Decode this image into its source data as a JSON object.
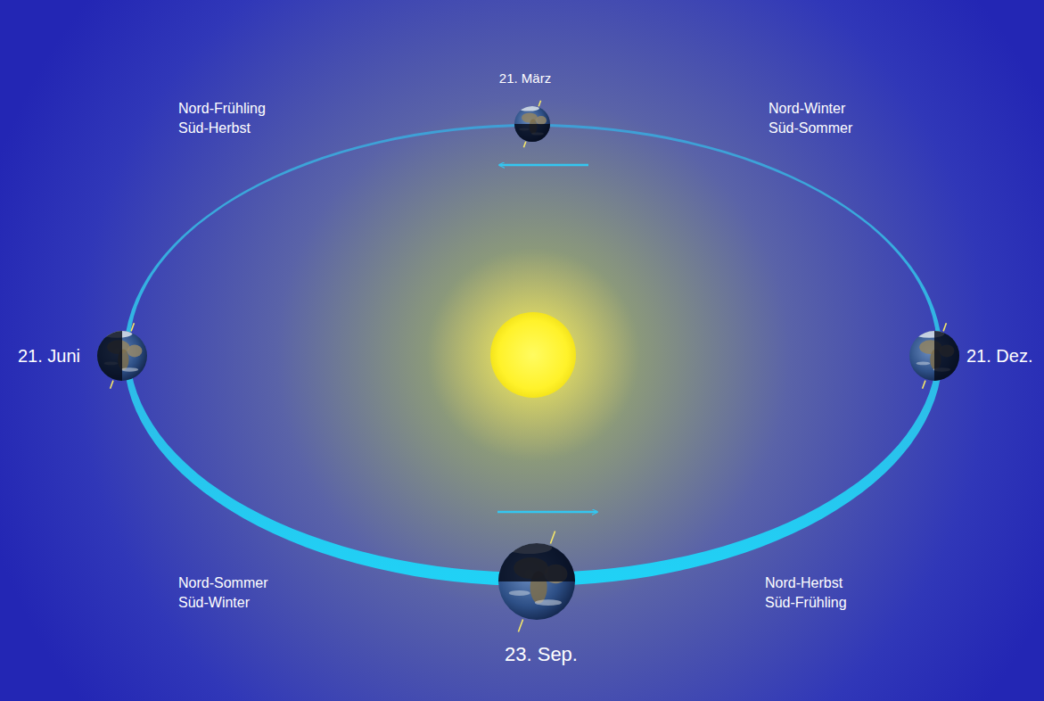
{
  "diagram": {
    "labels": [
      "21. März",
      "Nord-Frühling",
      "Süd-Herbst",
      "Nord-Winter",
      "Süd-Sommer",
      "21. Juni",
      "21. Dez.",
      "Nord-Sommer",
      "Süd-Winter",
      "Nord-Herbst",
      "Süd-Frühling",
      "23. Sep."
    ]
  }
}
